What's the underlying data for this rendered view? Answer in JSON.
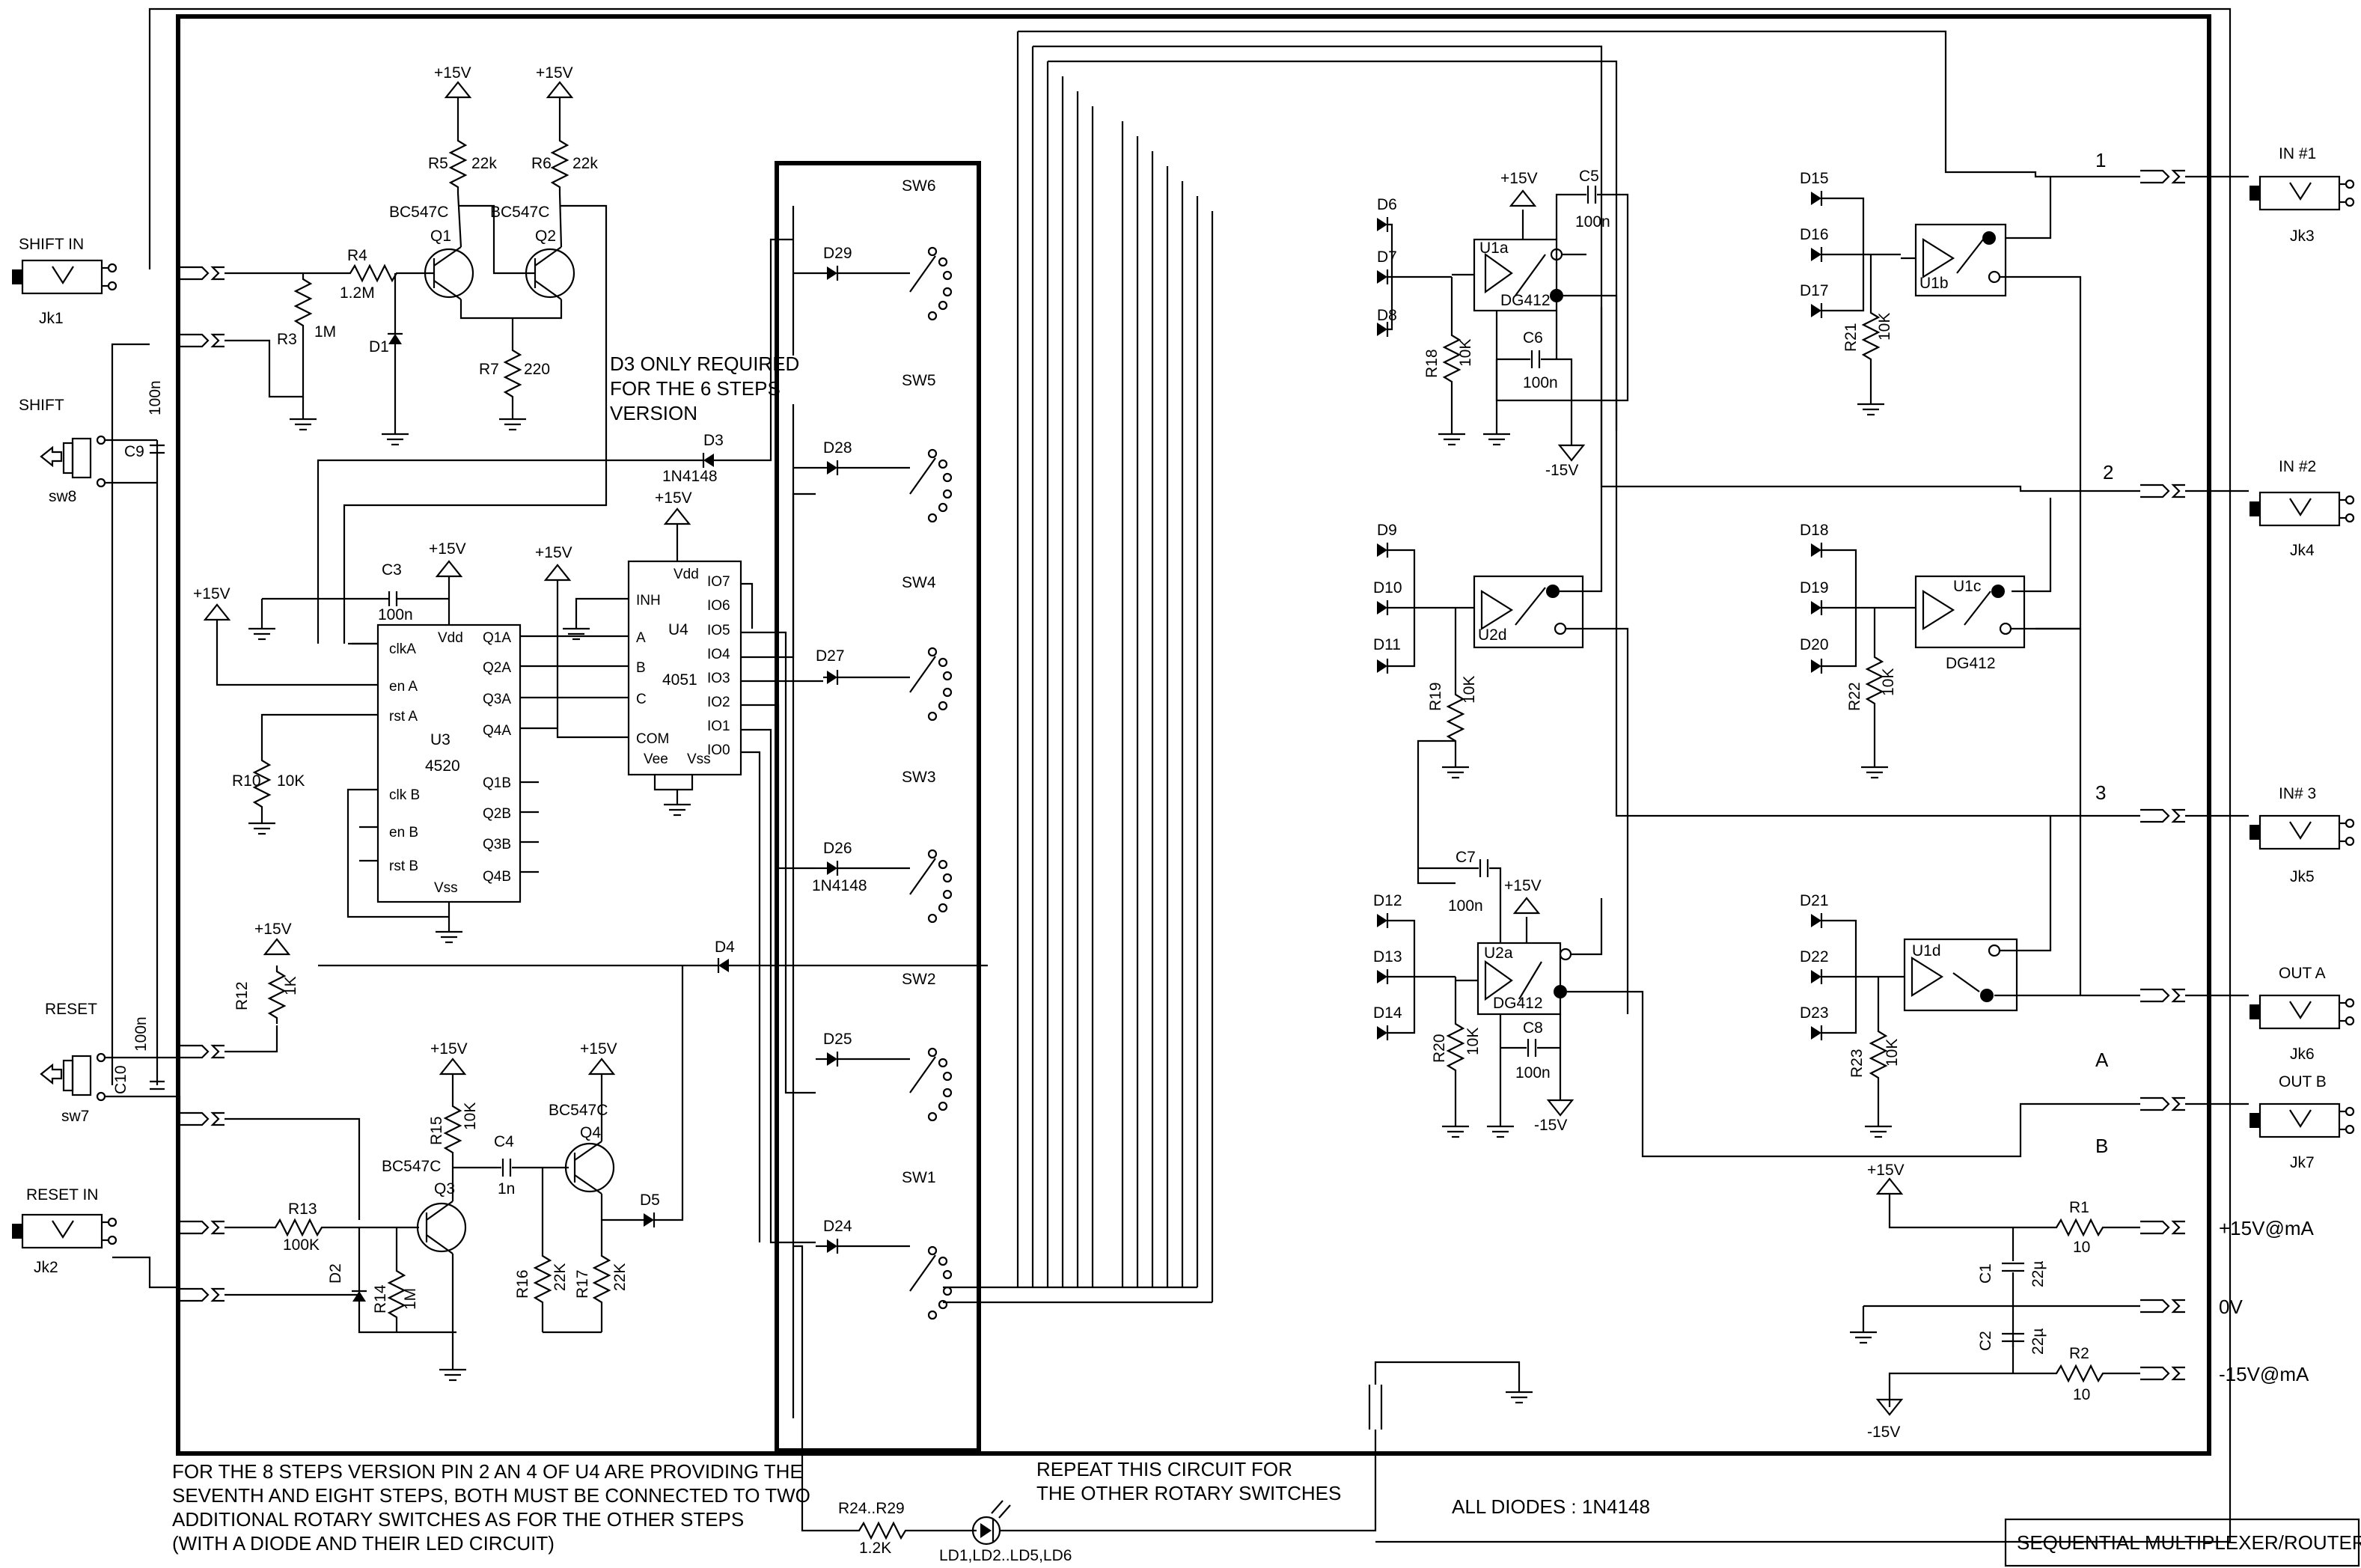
{
  "title": "SEQUENTIAL MULTIPLEXER/ROUTER",
  "notes": {
    "d3_line1": "D3 ONLY REQUIRED",
    "d3_line2": "FOR THE 6 STEPS",
    "d3_line3": "VERSION",
    "steps_line1": "FOR THE 8 STEPS VERSION PIN 2 AN 4 OF U4 ARE PROVIDING THE",
    "steps_line2": "SEVENTH AND EIGHT STEPS, BOTH MUST BE CONNECTED TO TWO",
    "steps_line3": "ADDITIONAL ROTARY SWITCHES AS FOR THE OTHER STEPS",
    "steps_line4": "(WITH A DIODE AND THEIR LED CIRCUIT)",
    "repeat_line1": "REPEAT THIS CIRCUIT FOR",
    "repeat_line2": "THE OTHER ROTARY SWITCHES",
    "all_diodes": "ALL DIODES : 1N4148"
  },
  "jacks_left": {
    "shift_in": "SHIFT IN",
    "jk1": "Jk1",
    "shift": "SHIFT",
    "sw8": "sw8",
    "reset": "RESET",
    "sw7": "sw7",
    "reset_in": "RESET IN",
    "jk2": "Jk2"
  },
  "jacks_right": {
    "in1": "IN #1",
    "jk3": "Jk3",
    "in2": "IN #2",
    "jk4": "Jk4",
    "in3": "IN# 3",
    "jk5": "Jk5",
    "outa": "OUT A",
    "jk6": "Jk6",
    "outb": "OUT B",
    "jk7": "Jk7"
  },
  "power": {
    "p15": "+15V@mA",
    "zero": "0V",
    "m15": "-15V@mA",
    "r1": "R1",
    "r1v": "10",
    "r2": "R2",
    "r2v": "10",
    "c1": "C1",
    "c1v": "22µ",
    "c2": "C2",
    "c2v": "22µ"
  },
  "bus_numbers": {
    "n1": "1",
    "n2": "2",
    "n3": "3",
    "a": "A",
    "b": "B"
  },
  "rails": {
    "p15": "+15V",
    "m15": "-15V"
  },
  "components": {
    "r4": "R4",
    "r4v": "1.2M",
    "r3": "R3",
    "r3v": "1M",
    "r5": "R5",
    "r5v": "22k",
    "r6": "R6",
    "r6v": "22k",
    "r7": "R7",
    "r7v": "220",
    "q1": "Q1",
    "q2": "Q2",
    "bc547c": "BC547C",
    "d1": "D1",
    "c9": "C9",
    "c9v": "100n",
    "d3": "D3",
    "d3v": "1N4148",
    "c3": "C3",
    "c3v": "100n",
    "u3": "U3",
    "u3v": "4520",
    "r10": "R10",
    "r10v": "10K",
    "u4": "U4",
    "u4v": "4051",
    "d4": "D4",
    "r12": "R12",
    "r12v": "1K",
    "c10": "C10",
    "c10v": "100n",
    "r13": "R13",
    "r13v": "100K",
    "d2": "D2",
    "r14": "R14",
    "r14v": "1M",
    "q3": "Q3",
    "q4": "Q4",
    "r15": "R15",
    "r15v": "10K",
    "c4": "C4",
    "c4v": "1n",
    "r16": "R16",
    "r16v": "22K",
    "r17": "R17",
    "r17v": "22K",
    "d5": "D5",
    "r24": "R24..R29",
    "r24v": "1.2K",
    "leds": "LD1,LD2..LD5,LD6",
    "d24": "D24",
    "d25": "D25",
    "d26": "D26",
    "d26v": "1N4148",
    "d27": "D27",
    "d28": "D28",
    "d29": "D29",
    "sw1": "SW1",
    "sw2": "SW2",
    "sw3": "SW3",
    "sw4": "SW4",
    "sw5": "SW5",
    "sw6": "SW6",
    "d6": "D6",
    "d7": "D7",
    "d8": "D8",
    "d9": "D9",
    "d10": "D10",
    "d11": "D11",
    "d12": "D12",
    "d13": "D13",
    "d14": "D14",
    "d15": "D15",
    "d16": "D16",
    "d17": "D17",
    "d18": "D18",
    "d19": "D19",
    "d20": "D20",
    "d21": "D21",
    "d22": "D22",
    "d23": "D23",
    "u1a": "U1a",
    "u1b": "U1b",
    "u1c": "U1c",
    "u1d": "U1d",
    "u2a": "U2a",
    "u2d": "U2d",
    "dg412": "DG412",
    "c5": "C5",
    "c5v": "100n",
    "c6": "C6",
    "c6v": "100n",
    "c7": "C7",
    "c7v": "100n",
    "c8": "C8",
    "c8v": "100n",
    "r18": "R18",
    "r19": "R19",
    "r20": "R20",
    "r21": "R21",
    "r22": "R22",
    "r23": "R23",
    "r10k": "10K"
  },
  "pins_u3": {
    "clka": "clkA",
    "ena": "en A",
    "rsta": "rst A",
    "clkb": "clk B",
    "enb": "en B",
    "rstb": "rst B",
    "vdd": "Vdd",
    "vss": "Vss",
    "q1a": "Q1A",
    "q2a": "Q2A",
    "q3a": "Q3A",
    "q4a": "Q4A",
    "q1b": "Q1B",
    "q2b": "Q2B",
    "q3b": "Q3B",
    "q4b": "Q4B"
  },
  "pins_u4": {
    "vdd": "Vdd",
    "inh": "INH",
    "a": "A",
    "b": "B",
    "c": "C",
    "com": "COM",
    "vee": "Vee",
    "vss": "Vss",
    "io7": "IO7",
    "io6": "IO6",
    "io5": "IO5",
    "io4": "IO4",
    "io3": "IO3",
    "io2": "IO2",
    "io1": "IO1",
    "io0": "IO0"
  }
}
